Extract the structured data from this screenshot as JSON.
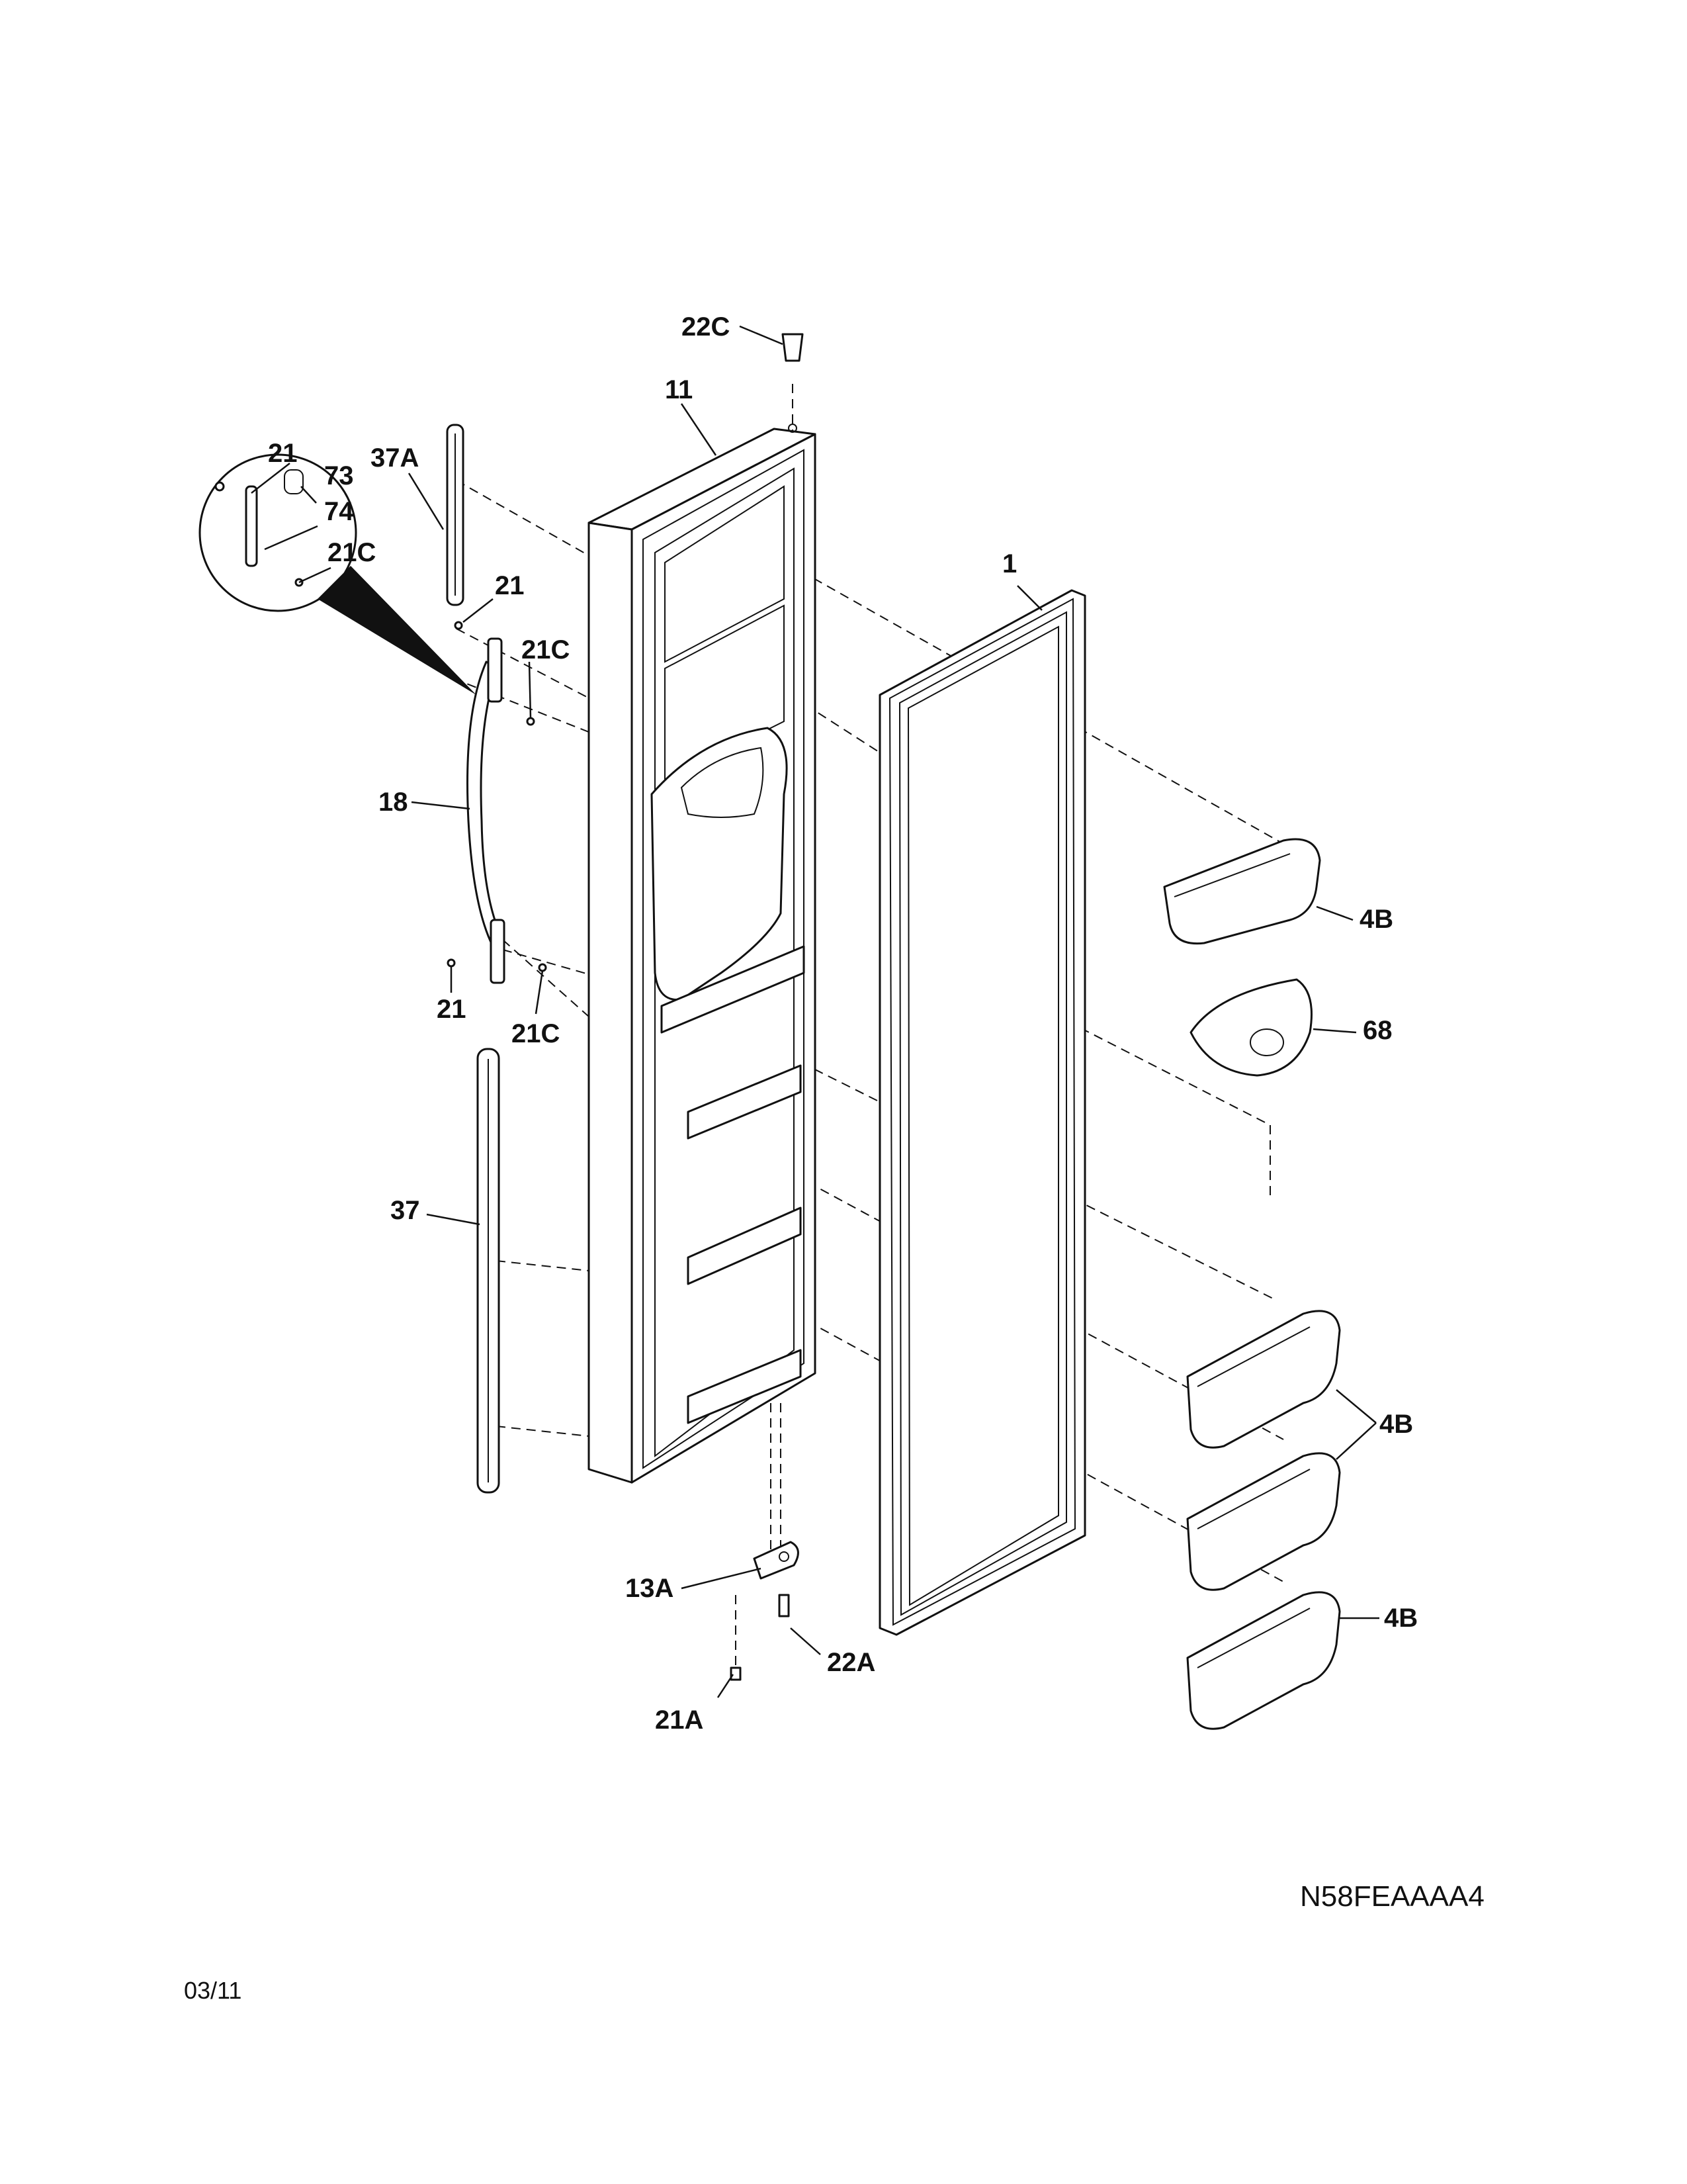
{
  "diagram": {
    "callouts": {
      "c22C_top": "22C",
      "c11": "11",
      "c37A": "37A",
      "c21_detail": "21",
      "c73": "73",
      "c74": "74",
      "c21C_detail": "21C",
      "c21_upper": "21",
      "c21C_upper": "21C",
      "c1": "1",
      "c18": "18",
      "c4B_upper": "4B",
      "c68": "68",
      "c21_lower": "21",
      "c21C_lower": "21C",
      "c37": "37",
      "c4B_middle": "4B",
      "c13A": "13A",
      "c4B_lower": "4B",
      "c22A": "22A",
      "c21A": "21A"
    },
    "diagram_code": "N58FEAAAA4",
    "date_code": "03/11"
  }
}
